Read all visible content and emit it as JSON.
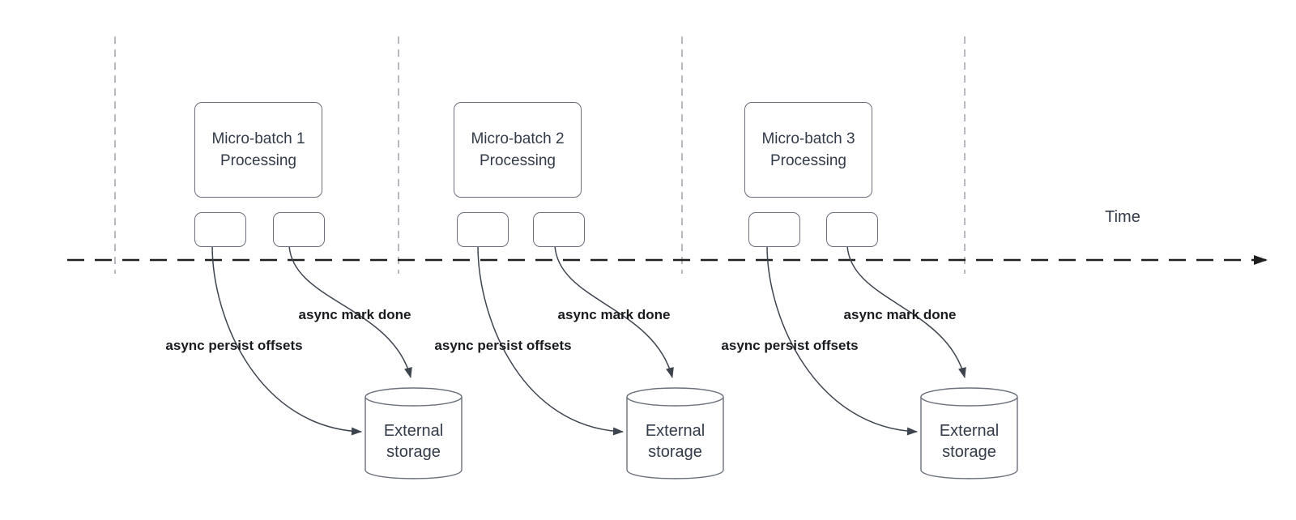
{
  "diagram": {
    "time_axis_label": "Time",
    "batches": [
      {
        "title": "Micro-batch 1\nProcessing",
        "persist_label": "async persist offsets",
        "done_label": "async mark done",
        "storage": "External\nstorage"
      },
      {
        "title": "Micro-batch 2\nProcessing",
        "persist_label": "async persist offsets",
        "done_label": "async mark done",
        "storage": "External\nstorage"
      },
      {
        "title": "Micro-batch 3\nProcessing",
        "persist_label": "async persist offsets",
        "done_label": "async mark done",
        "storage": "External\nstorage"
      }
    ],
    "colors": {
      "background": "#ffffff",
      "shape_stroke": "#6b707a",
      "arrow_stroke": "#3e444e",
      "timeline_stroke": "#1f1f1f",
      "boundary_line_stroke": "#b0b3b8",
      "shape_text": "#333b48",
      "arrow_label_text": "#191b1e"
    }
  }
}
